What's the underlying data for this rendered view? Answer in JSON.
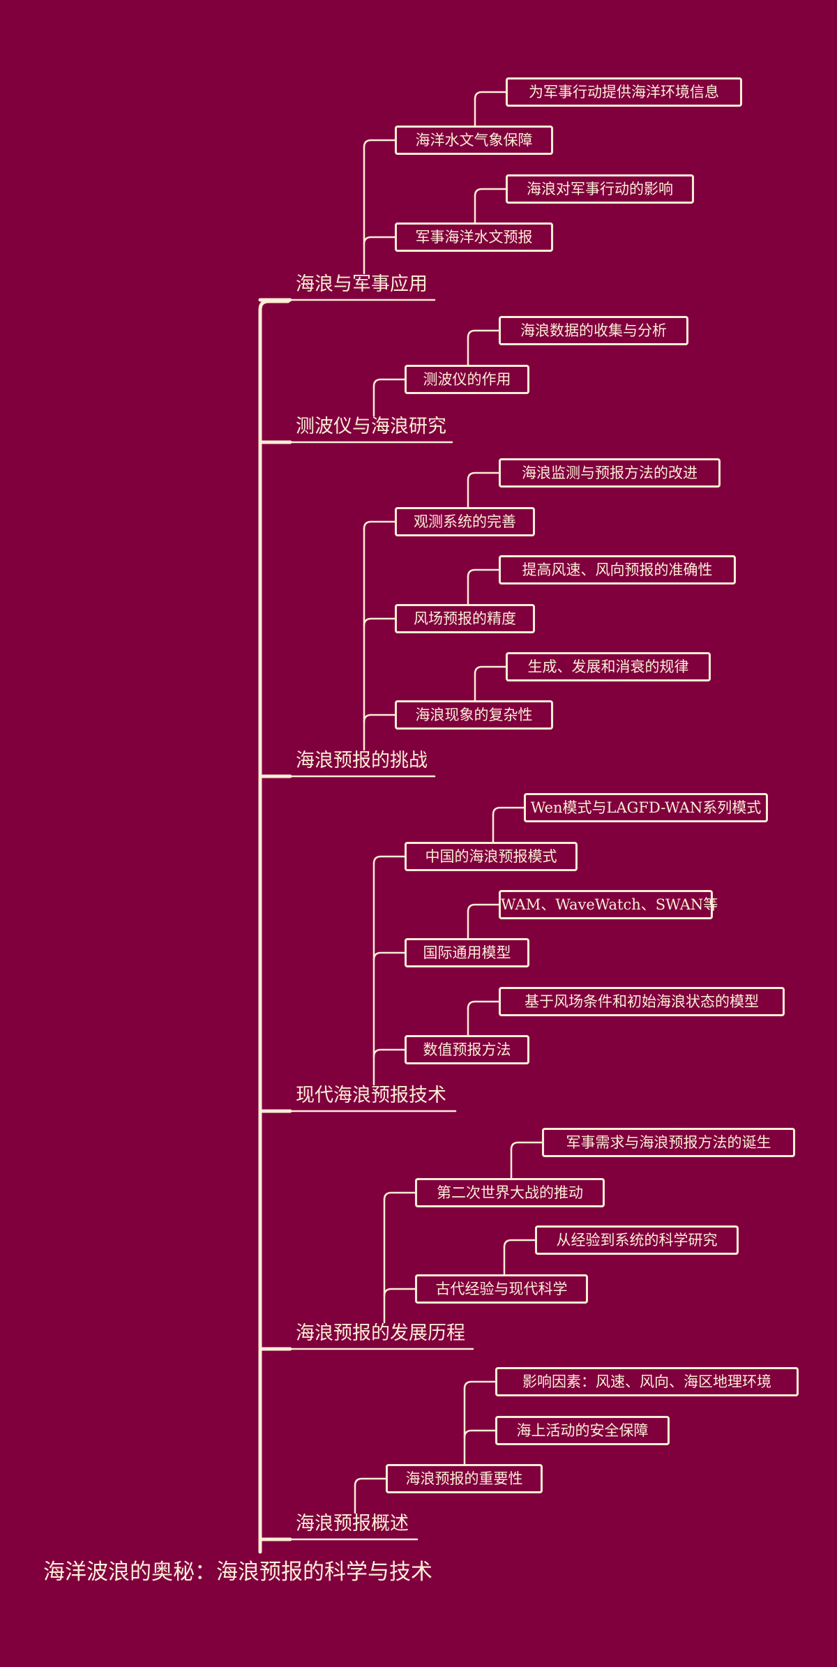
{
  "root": "海洋波浪的奥秘：海浪预报的科学与技术",
  "branches": [
    {
      "label": "海浪与军事应用",
      "children": [
        {
          "label": "海洋水文气象保障",
          "children": [
            "为军事行动提供海洋环境信息"
          ]
        },
        {
          "label": "军事海洋水文预报",
          "children": [
            "海浪对军事行动的影响"
          ]
        }
      ]
    },
    {
      "label": "测波仪与海浪研究",
      "children": [
        {
          "label": "测波仪的作用",
          "children": [
            "海浪数据的收集与分析"
          ]
        }
      ]
    },
    {
      "label": "海浪预报的挑战",
      "children": [
        {
          "label": "观测系统的完善",
          "children": [
            "海浪监测与预报方法的改进"
          ]
        },
        {
          "label": "风场预报的精度",
          "children": [
            "提高风速、风向预报的准确性"
          ]
        },
        {
          "label": "海浪现象的复杂性",
          "children": [
            "生成、发展和消衰的规律"
          ]
        }
      ]
    },
    {
      "label": "现代海浪预报技术",
      "children": [
        {
          "label": "中国的海浪预报模式",
          "children": [
            "Wen模式与LAGFD-WAN系列模式"
          ]
        },
        {
          "label": "国际通用模型",
          "children": [
            "WAM、WaveWatch、SWAN等"
          ]
        },
        {
          "label": "数值预报方法",
          "children": [
            "基于风场条件和初始海浪状态的模型"
          ]
        }
      ]
    },
    {
      "label": "海浪预报的发展历程",
      "children": [
        {
          "label": "第二次世界大战的推动",
          "children": [
            "军事需求与海浪预报方法的诞生"
          ]
        },
        {
          "label": "古代经验与现代科学",
          "children": [
            "从经验到系统的科学研究"
          ]
        }
      ]
    },
    {
      "label": "海浪预报概述",
      "children": [
        {
          "label": "海浪预报的重要性",
          "children": [
            "影响因素：风速、风向、海区地理环境",
            "海上活动的安全保障"
          ]
        }
      ]
    }
  ]
}
